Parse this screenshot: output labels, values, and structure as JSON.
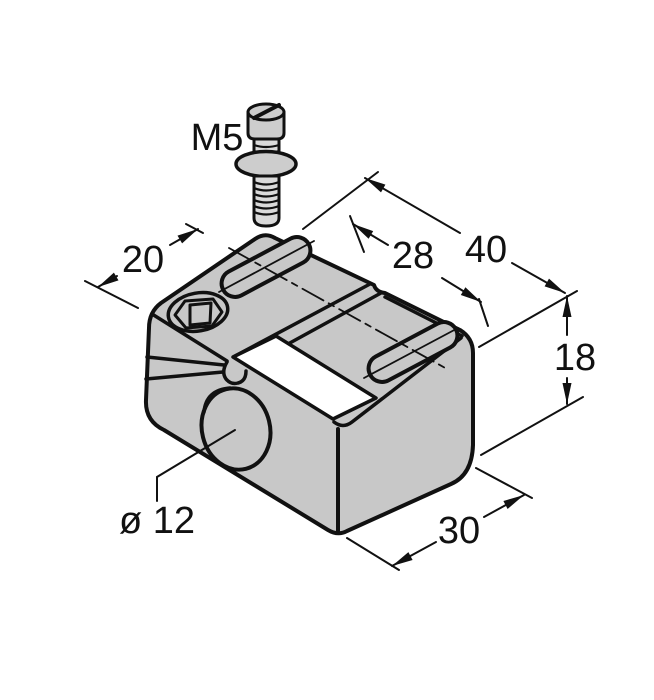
{
  "figure": {
    "type": "technical-drawing",
    "units": "mm",
    "annotations": {
      "thread": "M5",
      "clamp_width": "20",
      "pocket_length": "28",
      "length": "40",
      "height": "18",
      "depth": "30",
      "bore": "ø 12"
    },
    "colors": {
      "body": "#c8c8c8",
      "line": "#111111",
      "label_plate": "#ffffff",
      "background": "#ffffff"
    }
  }
}
